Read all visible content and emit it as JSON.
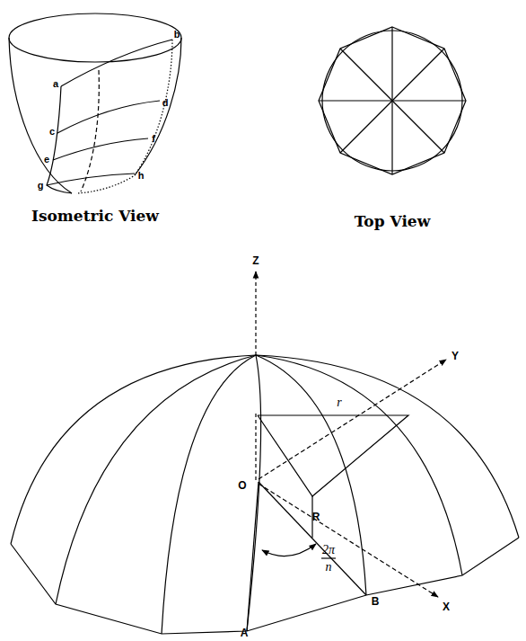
{
  "diagram": {
    "labels": [
      "a",
      "b",
      "c",
      "d",
      "e",
      "f",
      "g",
      "h",
      "Isometric View",
      "Top View",
      "Z",
      "Y",
      "O",
      "r",
      "R",
      "2π",
      "n",
      "B",
      "A",
      "X"
    ]
  }
}
